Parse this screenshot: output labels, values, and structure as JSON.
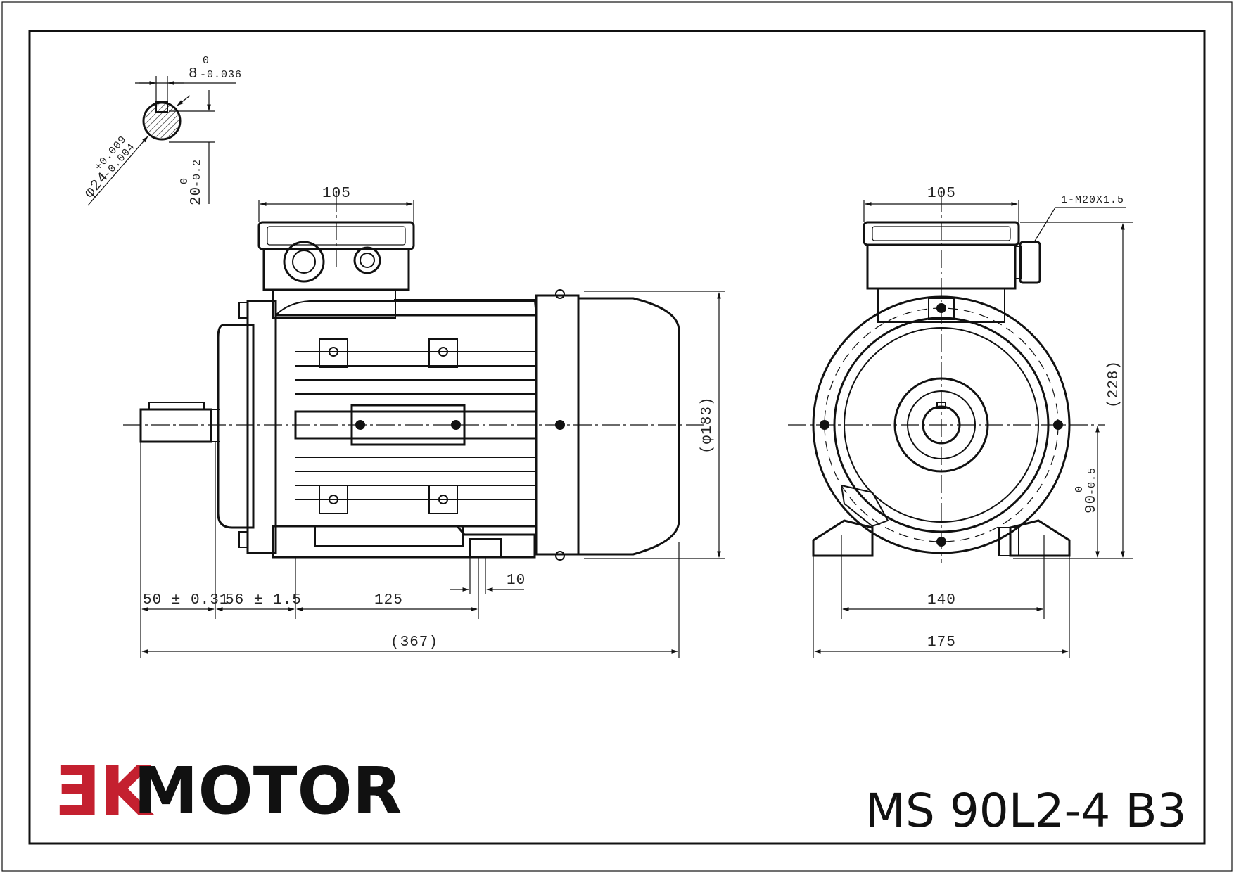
{
  "shaft_detail": {
    "key_width": "8",
    "key_width_tol_upper": "0",
    "key_width_tol_lower": "-0.036",
    "key_depth": "20",
    "key_depth_tol_upper": "0",
    "key_depth_tol_lower": "-0.2",
    "shaft_dia": "φ24",
    "shaft_dia_tol_upper": "+0.009",
    "shaft_dia_tol_lower": "-0.004"
  },
  "side_view": {
    "terminal_box_width": "105",
    "housing_dia": "(φ183)",
    "shaft_length": "50 ± 0.31",
    "shaft_shoulder": "56 ± 1.5",
    "foot_spacing": "125",
    "foot_hole": "10",
    "overall_length": "(367)"
  },
  "front_view": {
    "terminal_box_width": "105",
    "cable_gland": "1-M20X1.5",
    "overall_height": "(228)",
    "centre_height": "90",
    "centre_height_tol_upper": "0",
    "centre_height_tol_lower": "-0.5",
    "foot_hole_spacing": "140",
    "foot_width": "175"
  },
  "branding": {
    "logo_mark": "ƎK",
    "brand_name": "MOTOR",
    "model": "MS 90L2-4 B3",
    "colors": {
      "logo_red": "#c4202f",
      "ink": "#111111"
    }
  }
}
